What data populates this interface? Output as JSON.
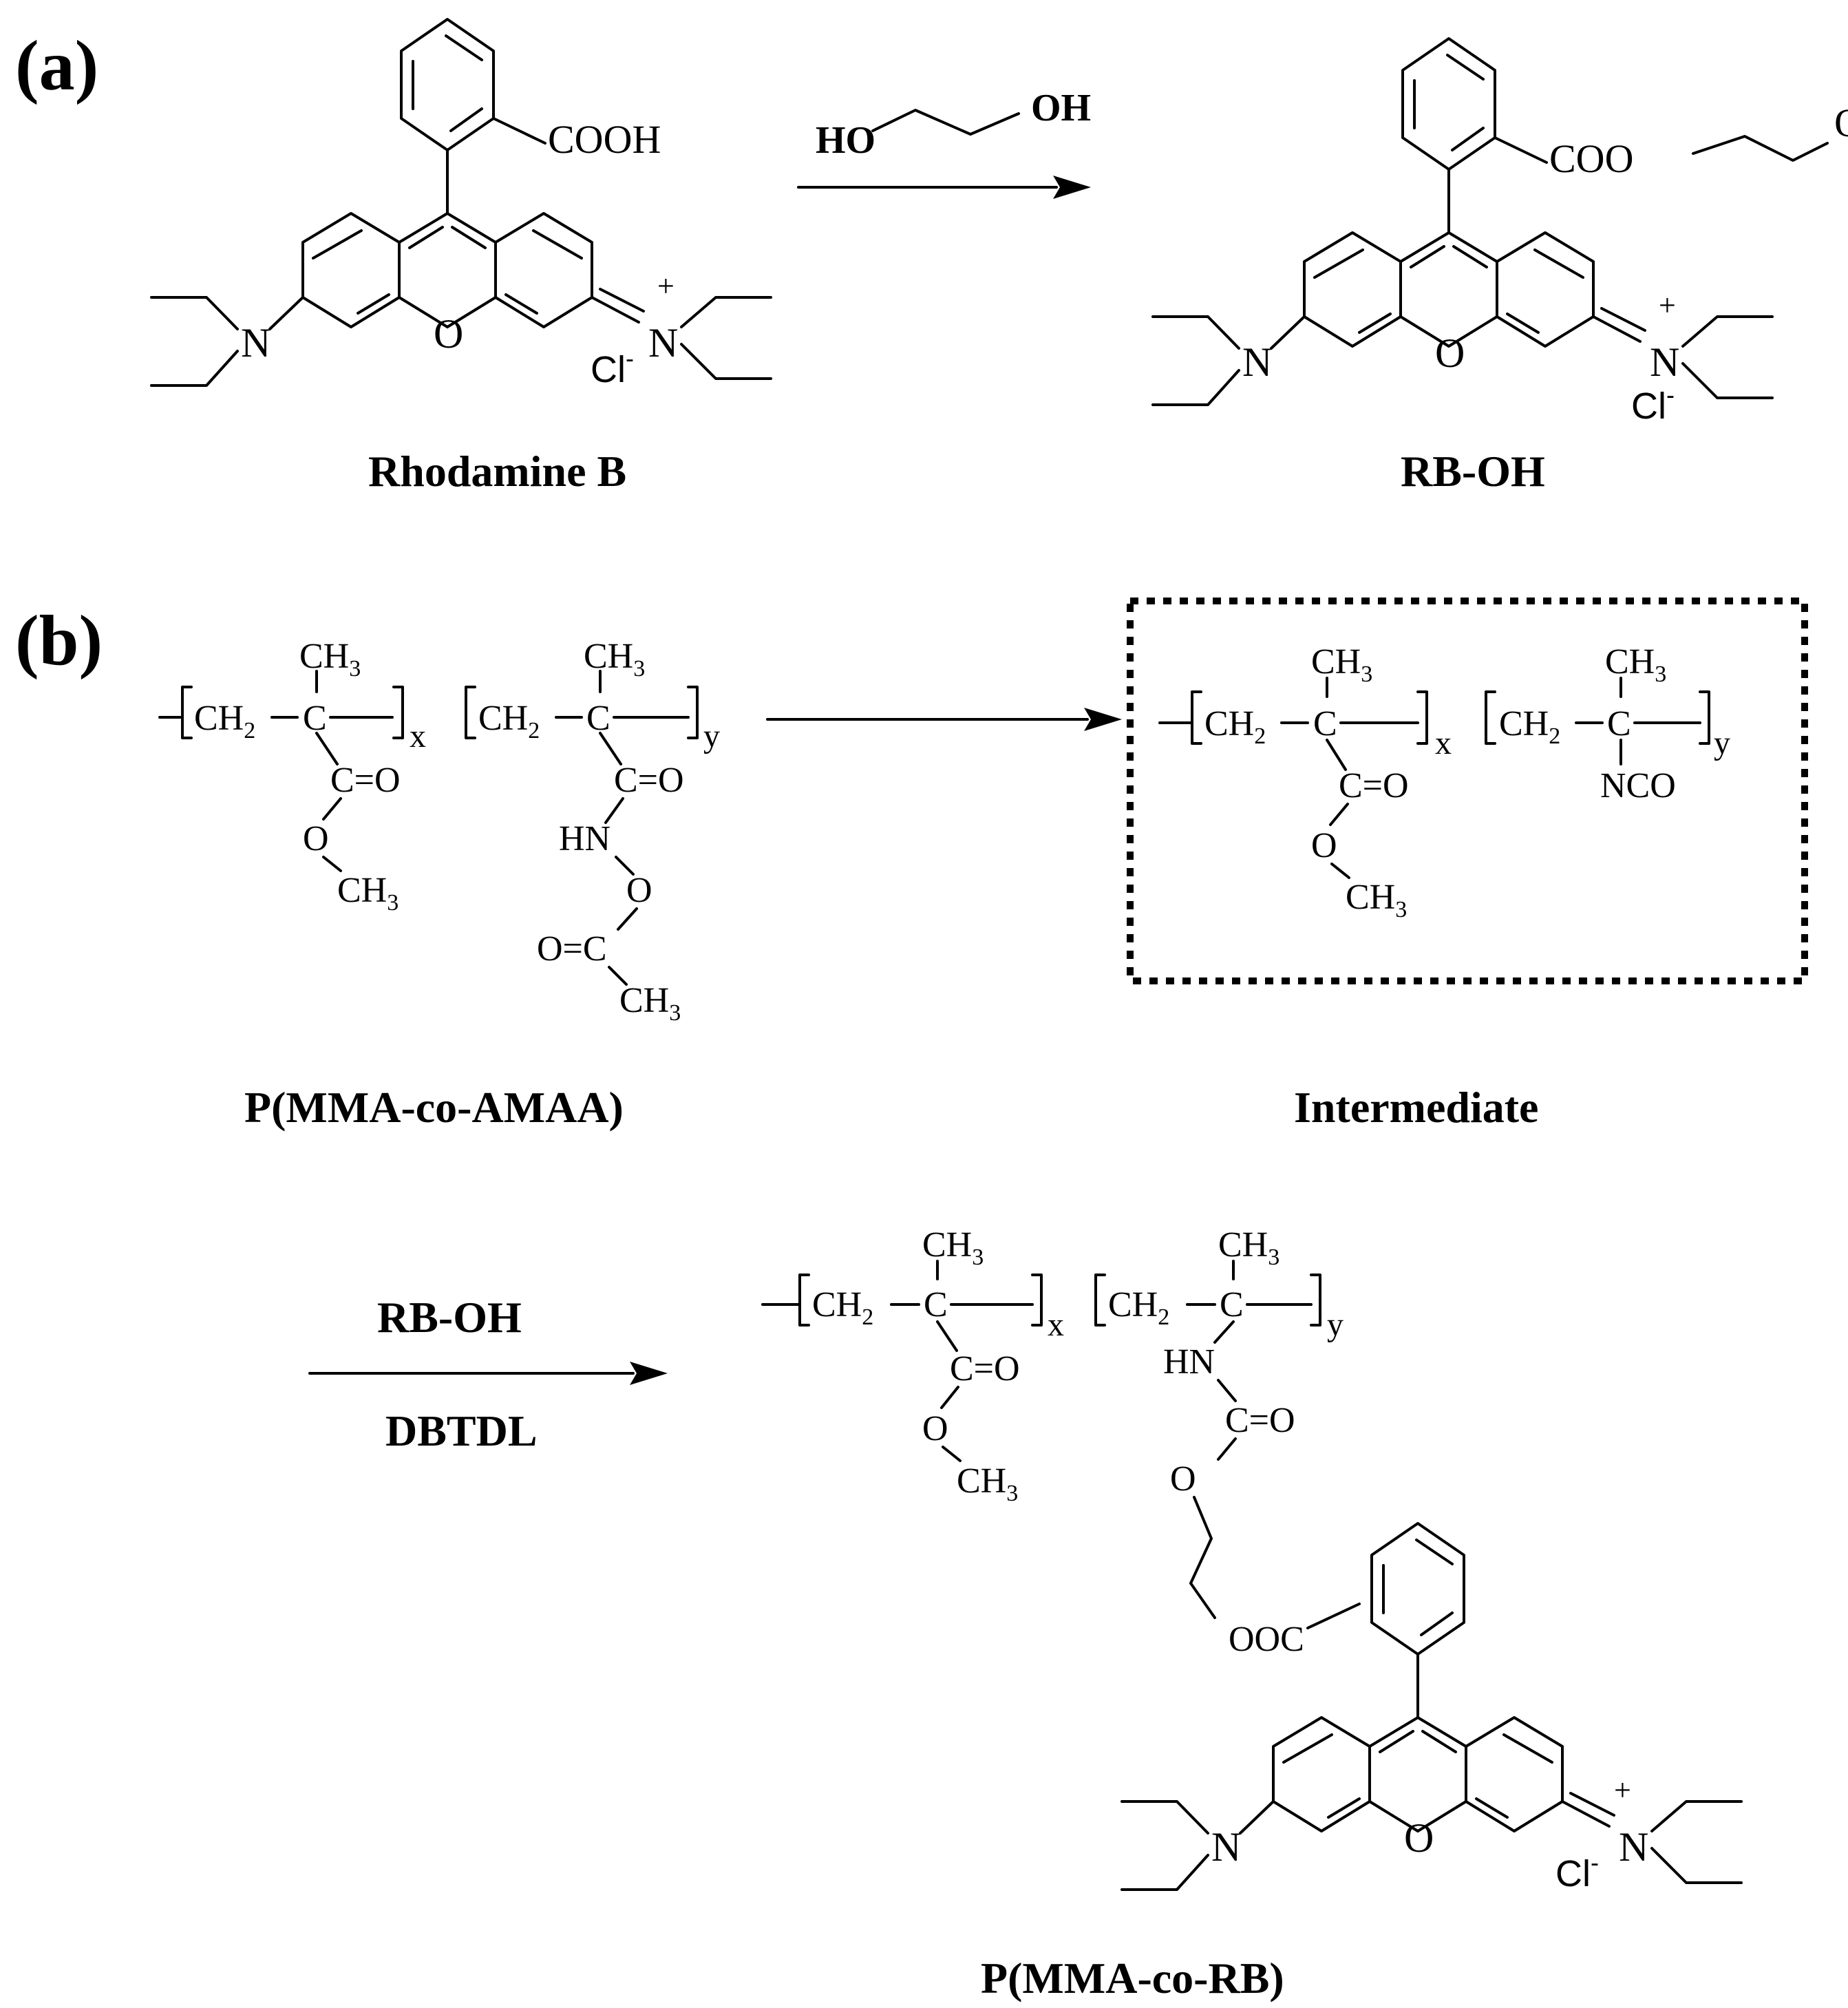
{
  "panels": {
    "a": {
      "label": "(a)",
      "reagent_left": "HO",
      "reagent_right": "OH",
      "reactant": {
        "name": "Rhodamine B",
        "cooh": "COOH",
        "n_left": "N",
        "n_right": "N",
        "ring_o": "O",
        "charge": "+",
        "counterion": "Cl",
        "counterion_charge": "-"
      },
      "product": {
        "name": "RB-OH",
        "coo": "COO",
        "oh": "OH",
        "n_left": "N",
        "n_right": "N",
        "ring_o": "O",
        "charge": "+",
        "counterion": "Cl",
        "counterion_charge": "-"
      }
    },
    "b": {
      "label": "(b)",
      "copolymer": {
        "name": "P(MMA-co-AMAA)",
        "ch3": "CH",
        "sub3": "3",
        "ch2": "CH",
        "sub2": "2",
        "c": "C",
        "ester": "C=O",
        "o": "O",
        "hn": "HN",
        "acyl": "O=C",
        "x": "x",
        "y": "y"
      },
      "intermediate": {
        "name": "Intermediate",
        "nco": "NCO"
      },
      "step2_reagent": "RB-OH",
      "step2_catalyst": "DBTDL",
      "product": {
        "name": "P(MMA-co-RB)",
        "hn": "HN",
        "carbamate": "C=O",
        "o": "O",
        "ooc": "OOC",
        "n_left": "N",
        "n_right": "N",
        "ring_o": "O",
        "charge": "+",
        "counterion": "Cl",
        "counterion_charge": "-"
      }
    }
  }
}
